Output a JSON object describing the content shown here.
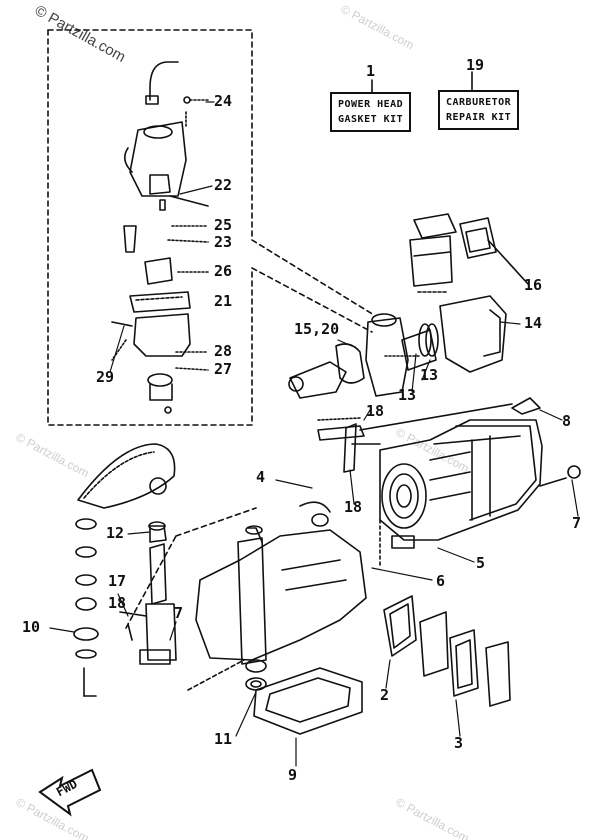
{
  "watermark": {
    "main": "© Partzilla.com",
    "faint": [
      "© Partzilla.com",
      "© Partzilla.com",
      "© Partzilla.com",
      "© Partzilla.com",
      "© Partzilla.com"
    ]
  },
  "kits": [
    {
      "number": "1",
      "line1": "POWER HEAD",
      "line2": "GASKET KIT"
    },
    {
      "number": "19",
      "line1": "CARBURETOR",
      "line2": "REPAIR KIT"
    }
  ],
  "callouts": {
    "c24": "24",
    "c22": "22",
    "c25": "25",
    "c23": "23",
    "c26": "26",
    "c21": "21",
    "c28": "28",
    "c27": "27",
    "c29": "29",
    "c16": "16",
    "c14": "14",
    "c1520": "15,20",
    "c13a": "13",
    "c13b": "13",
    "c8": "8",
    "c18a": "18",
    "c18b": "18",
    "c4": "4",
    "c7a": "7",
    "c12": "12",
    "c5": "5",
    "c6": "6",
    "c17": "17",
    "c18c": "18",
    "c7b": "7",
    "c10": "10",
    "c2": "2",
    "c3": "3",
    "c11": "11",
    "c9": "9"
  },
  "fwd_label": "FWD"
}
